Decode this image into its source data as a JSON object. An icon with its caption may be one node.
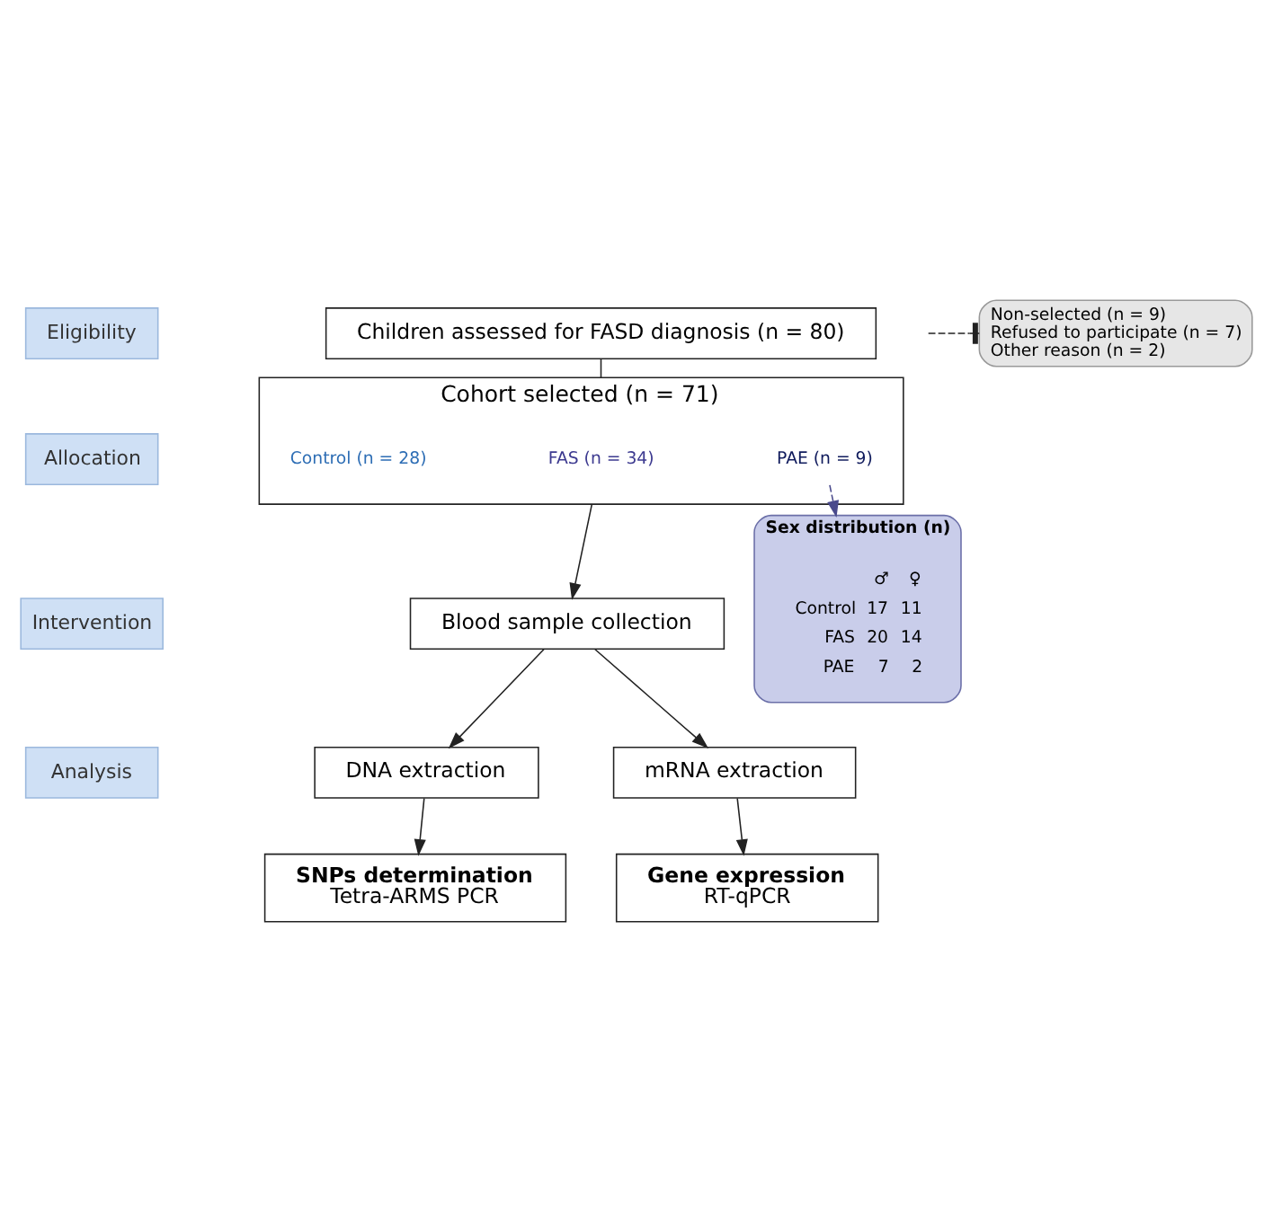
{
  "diagram": {
    "nodes": [
      {
        "text": [
          "Eligibility"
        ]
      },
      {
        "text": [
          "Allocation"
        ]
      },
      {
        "text": [
          "Intervention"
        ]
      },
      {
        "text": [
          "Analysis"
        ]
      },
      {
        "text": [
          "Children assessed for FASD diagnosis (n = 80)"
        ]
      },
      {
        "text": [
          "Non-selected (n = 9)",
          "Refused to participate (n = 7)",
          "Other reason (n = 2)"
        ]
      },
      {
        "text": [
          "Cohort selected (n = 71)"
        ]
      },
      {
        "text": [
          "Control (n = 28)"
        ],
        "in": 6
      },
      {
        "text": [
          "FAS (n = 34)"
        ],
        "in": 6
      },
      {
        "text": [
          "PAE (n = 9)"
        ],
        "in": 6
      },
      {
        "text": [
          "Sex distribution (n)"
        ]
      },
      {
        "text": [
          "Blood sample collection"
        ]
      },
      {
        "text": [
          "DNA extraction"
        ]
      },
      {
        "text": [
          "mRNA extraction"
        ]
      },
      {
        "text": [
          "SNPs determination",
          "Tetra-ARMS PCR"
        ]
      },
      {
        "text": [
          "Gene expression",
          "RT-qPCR"
        ]
      }
    ],
    "edges": [
      {
        "from": 4,
        "to": 6,
        "arrow": "none"
      },
      {
        "from": null,
        "to": 5,
        "arrow": "other",
        "style": "dashed"
      },
      {
        "from": 9,
        "to": 10,
        "arrow": "to",
        "style": "dashed",
        "color": "#4a4a8c"
      },
      {
        "from": 6,
        "to": 11,
        "arrow": "to"
      },
      {
        "from": 11,
        "to": 12,
        "arrow": "to"
      },
      {
        "from": 11,
        "to": 13,
        "arrow": "to"
      },
      {
        "from": 12,
        "to": 14,
        "arrow": "to"
      },
      {
        "from": 13,
        "to": 15,
        "arrow": "to"
      }
    ],
    "labels": [
      "♂",
      "♀",
      "Control",
      "17",
      "11",
      "FAS",
      "20",
      "14",
      "PAE",
      "7",
      "2"
    ]
  }
}
